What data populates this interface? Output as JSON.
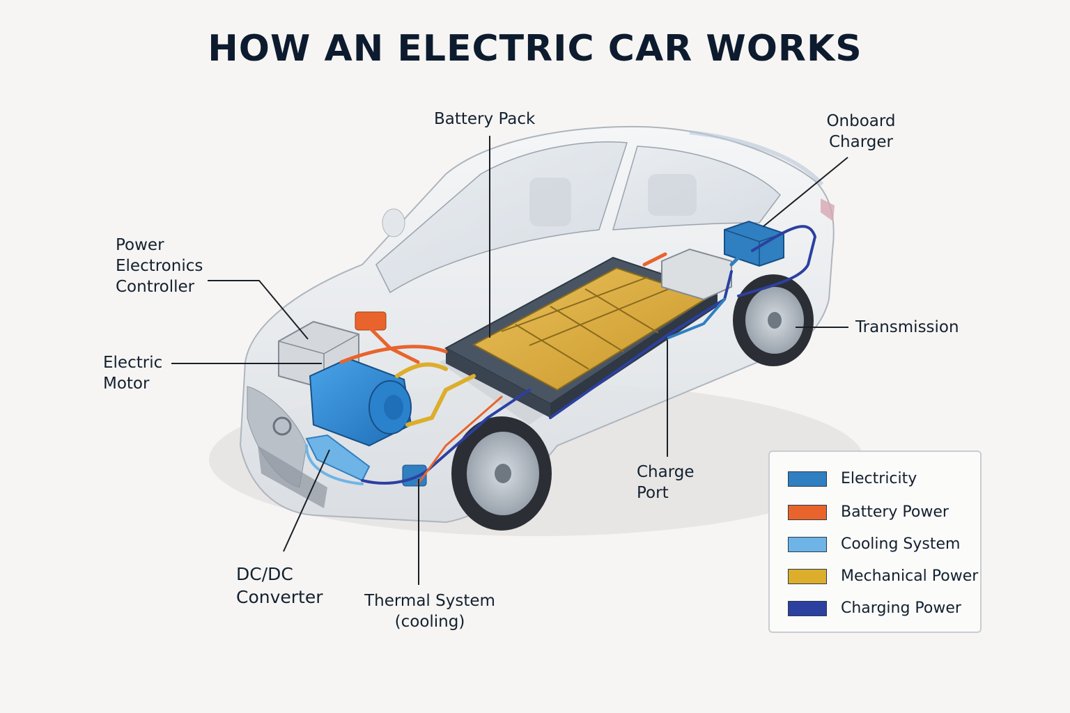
{
  "title": "HOW AN ELECTRIC CAR WORKS",
  "colors": {
    "electricity": "#2f7fc1",
    "battery_power": "#e8642c",
    "cooling_system": "#6fb4e6",
    "mechanical_power": "#dcae2c",
    "charging_power": "#2c40a0",
    "title": "#0d1b2e"
  },
  "labels": {
    "battery_pack": "Battery Pack",
    "onboard_charger": [
      "Onboard",
      "Charger"
    ],
    "power_electronics_controller": [
      "Power",
      "Electronics",
      "Controller"
    ],
    "electric_motor": [
      "Electric",
      "Motor"
    ],
    "transmission": "Transmission",
    "charge_port": [
      "Charge",
      "Port"
    ],
    "dcdc_converter": [
      "DC/DC",
      "Converter"
    ],
    "thermal_system": [
      "Thermal System",
      "(cooling)"
    ]
  },
  "legend": [
    {
      "label": "Electricity",
      "color": "#2f7fc1"
    },
    {
      "label": "Battery Power",
      "color": "#e8642c"
    },
    {
      "label": "Cooling System",
      "color": "#6fb4e6"
    },
    {
      "label": "Mechanical Power",
      "color": "#dcae2c"
    },
    {
      "label": "Charging Power",
      "color": "#2c40a0"
    }
  ]
}
